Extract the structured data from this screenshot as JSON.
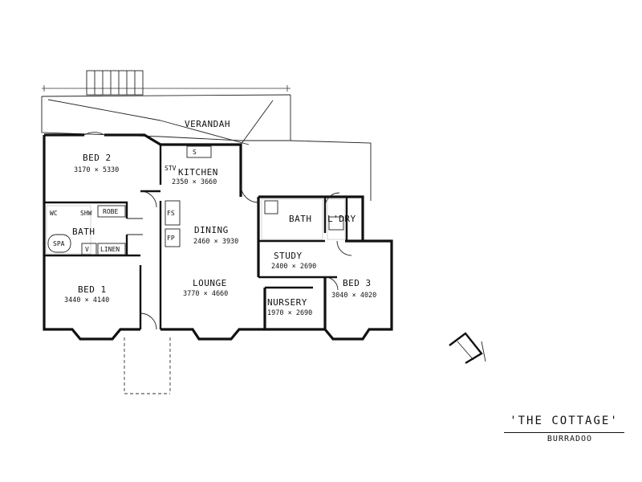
{
  "plan": {
    "title": "'THE COTTAGE'",
    "subtitle": "BURRADOO",
    "rooms": [
      {
        "name": "VERANDAH",
        "size": ""
      },
      {
        "name": "BED 2",
        "size": "3170 × 5330"
      },
      {
        "name": "KITCHEN",
        "size": "2350 × 3660"
      },
      {
        "name": "DINING",
        "size": "2460 × 3930"
      },
      {
        "name": "BATH",
        "size": ""
      },
      {
        "name": "L'DRY",
        "size": ""
      },
      {
        "name": "STUDY",
        "size": "2400 × 2690"
      },
      {
        "name": "BED 3",
        "size": "3040 × 4020"
      },
      {
        "name": "LOUNGE",
        "size": "3770 × 4660"
      },
      {
        "name": "NURSERY",
        "size": "1970 × 2690"
      },
      {
        "name": "BED 1",
        "size": "3440 × 4140"
      },
      {
        "name": "BATH",
        "size": ""
      }
    ],
    "fixtures": {
      "wc": "WC",
      "shower": "SHW",
      "robe": "ROBE",
      "spa": "SPA",
      "linen": "LINEN",
      "vanity": "V",
      "stove": "STV",
      "fridge": "FS",
      "fireplace": "FP",
      "sink": "S"
    }
  }
}
